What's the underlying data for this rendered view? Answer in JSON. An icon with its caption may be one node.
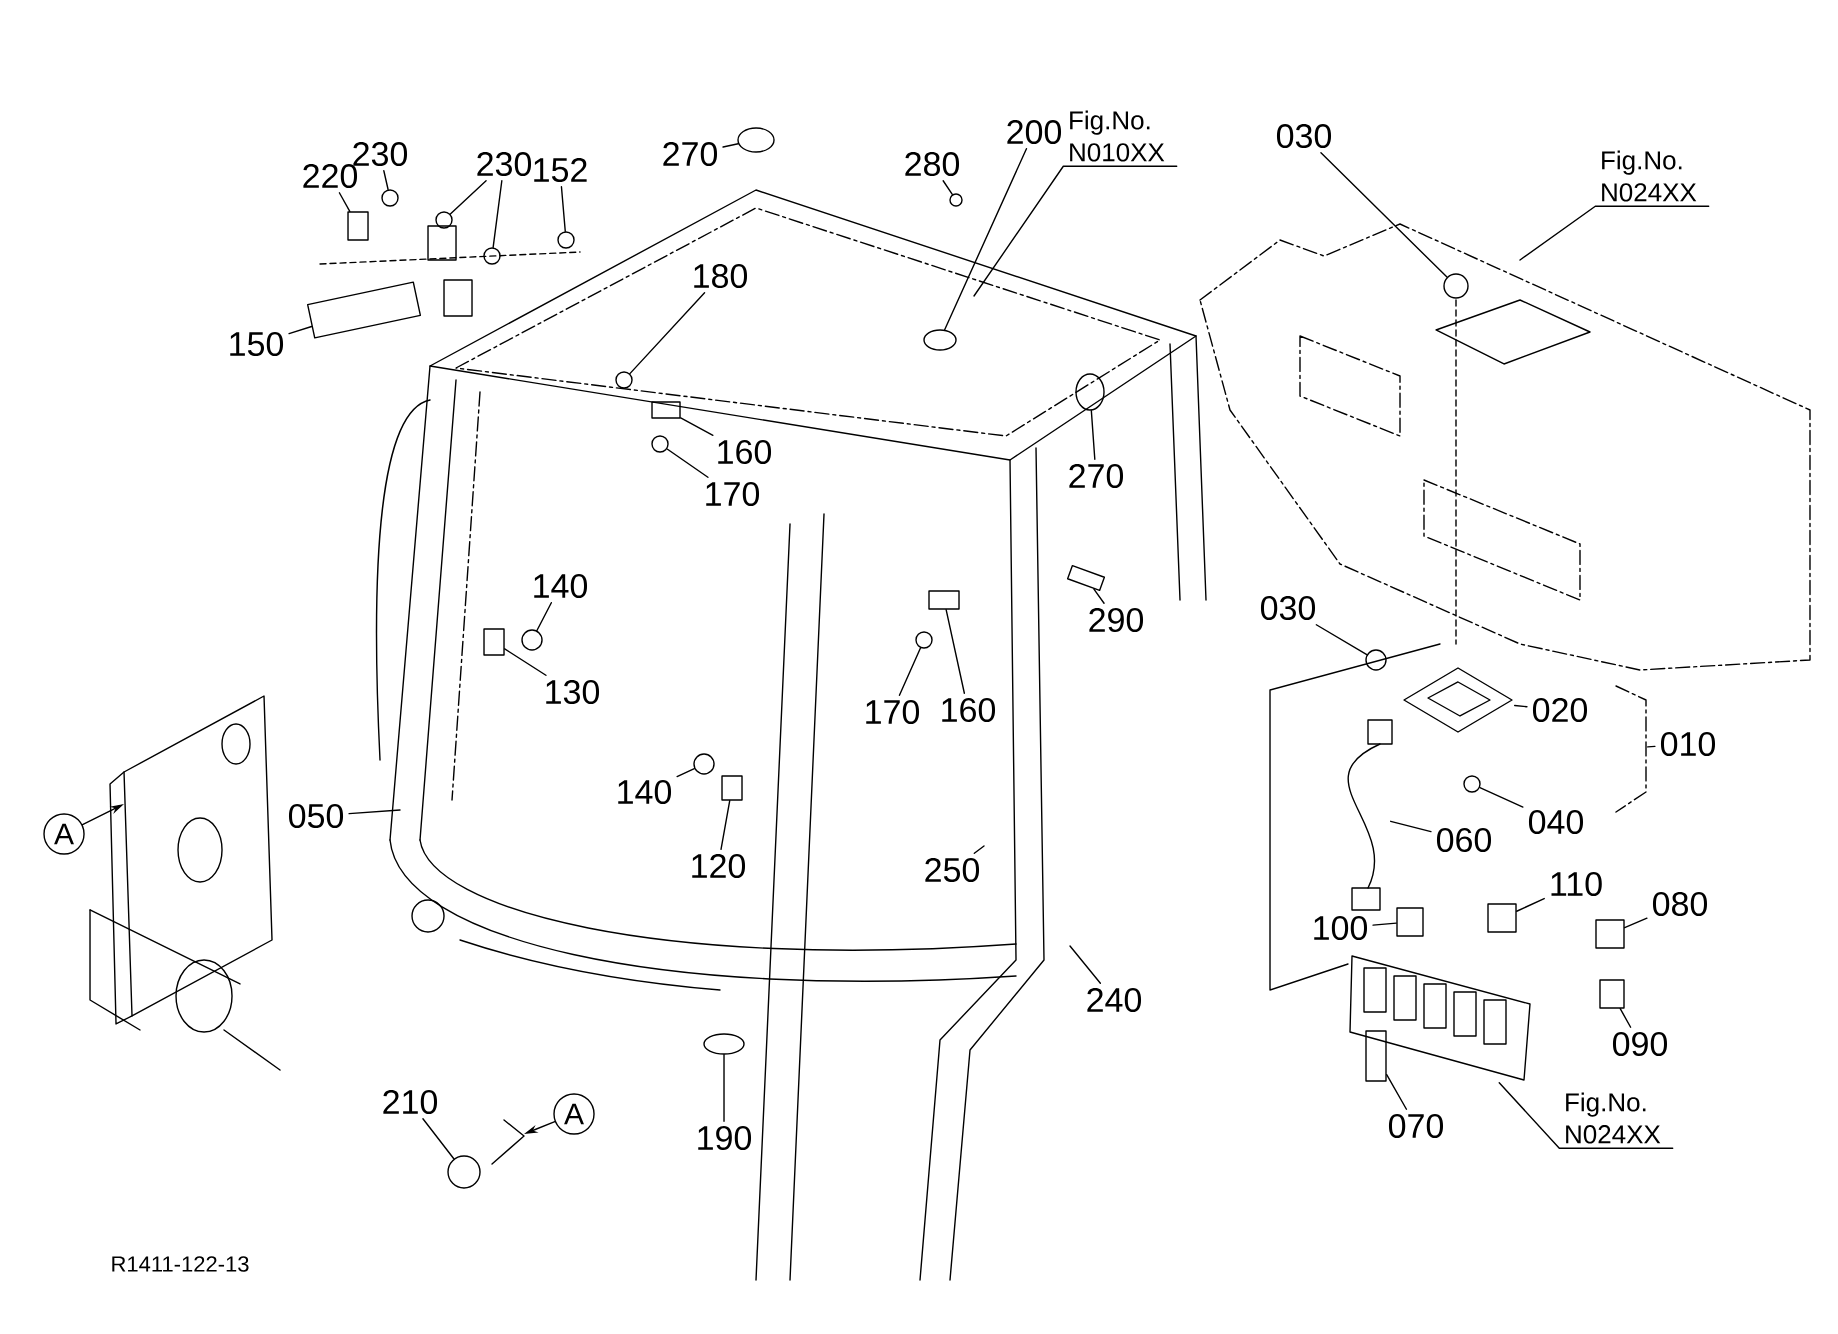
{
  "diagram": {
    "nodes": [
      {
        "text": [
          "220"
        ]
      },
      {
        "text": [
          "230"
        ]
      },
      {
        "text": [
          "230"
        ]
      },
      {
        "text": [
          "152"
        ]
      },
      {
        "text": [
          "270"
        ]
      },
      {
        "text": [
          "280"
        ]
      },
      {
        "text": [
          "200"
        ]
      },
      {
        "text": [
          "Fig.No. N010XX"
        ]
      },
      {
        "text": [
          "030"
        ]
      },
      {
        "text": [
          "Fig.No. N024XX"
        ]
      },
      {
        "text": [
          "150"
        ]
      },
      {
        "text": [
          "180"
        ]
      },
      {
        "text": [
          "160"
        ]
      },
      {
        "text": [
          "170"
        ]
      },
      {
        "text": [
          "270"
        ]
      },
      {
        "text": [
          "290"
        ]
      },
      {
        "text": [
          "140"
        ]
      },
      {
        "text": [
          "130"
        ]
      },
      {
        "text": [
          "030"
        ]
      },
      {
        "text": [
          "020"
        ]
      },
      {
        "text": [
          "010"
        ]
      },
      {
        "text": [
          "170"
        ]
      },
      {
        "text": [
          "160"
        ]
      },
      {
        "text": [
          "140"
        ]
      },
      {
        "text": [
          "050"
        ]
      },
      {
        "text": [
          "040"
        ]
      },
      {
        "text": [
          "A"
        ]
      },
      {
        "text": [
          "120"
        ]
      },
      {
        "text": [
          "060"
        ]
      },
      {
        "text": [
          "250"
        ]
      },
      {
        "text": [
          "110"
        ]
      },
      {
        "text": [
          "100"
        ]
      },
      {
        "text": [
          "080"
        ]
      },
      {
        "text": [
          "240"
        ]
      },
      {
        "text": [
          "090"
        ]
      },
      {
        "text": [
          "Fig.No. N024XX"
        ]
      },
      {
        "text": [
          "210"
        ]
      },
      {
        "text": [
          "A"
        ]
      },
      {
        "text": [
          "190"
        ]
      },
      {
        "text": [
          "070"
        ]
      },
      {
        "text": [],
        "shape": "bracket"
      },
      {
        "text": [],
        "shape": "box"
      },
      {
        "text": [],
        "shape": "circle"
      },
      {
        "text": [],
        "shape": "circle"
      },
      {
        "text": [],
        "shape": "circle"
      },
      {
        "text": [],
        "shape": "circle"
      },
      {
        "text": [],
        "shape": "ellipse"
      },
      {
        "text": [],
        "shape": "circle"
      },
      {
        "text": [],
        "shape": "ellipse"
      },
      {
        "text": [],
        "shape": "circle"
      },
      {
        "text": [],
        "shape": "box"
      },
      {
        "text": [],
        "shape": "circle"
      },
      {
        "text": [],
        "shape": "box"
      },
      {
        "text": [],
        "shape": "circle"
      },
      {
        "text": [],
        "shape": "ellipse"
      },
      {
        "text": [],
        "shape": "box"
      },
      {
        "text": [],
        "shape": "circle"
      },
      {
        "text": [],
        "shape": "box"
      },
      {
        "text": [],
        "shape": "circle"
      },
      {
        "text": [],
        "shape": "picture"
      },
      {
        "text": [],
        "shape": "circle"
      },
      {
        "text": [],
        "shape": "box"
      },
      {
        "text": [],
        "shape": "circle"
      },
      {
        "text": [],
        "shape": "circle"
      },
      {
        "text": [],
        "shape": "box"
      },
      {
        "text": [],
        "shape": "picture"
      },
      {
        "text": [],
        "shape": "box"
      },
      {
        "text": [],
        "shape": "box"
      },
      {
        "text": [],
        "shape": "box"
      },
      {
        "text": [],
        "shape": "box"
      },
      {
        "text": [],
        "shape": "picture"
      },
      {
        "text": [],
        "shape": "circle"
      },
      {
        "text": [],
        "shape": "ellipse"
      },
      {
        "text": [],
        "shape": "box"
      }
    ],
    "edges": [
      {
        "from": 0,
        "to": 41,
        "arrow": "none"
      },
      {
        "from": 1,
        "to": 42,
        "arrow": "none"
      },
      {
        "from": 2,
        "to": 43,
        "arrow": "none"
      },
      {
        "from": 2,
        "to": 44,
        "arrow": "none"
      },
      {
        "from": 3,
        "to": 45,
        "arrow": "none"
      },
      {
        "from": 4,
        "to": 46,
        "arrow": "none"
      },
      {
        "from": 5,
        "to": 47,
        "arrow": "none"
      },
      {
        "from": 6,
        "to": 48,
        "arrow": "none"
      },
      {
        "from": 7,
        "to": null,
        "arrow": "none"
      },
      {
        "from": 8,
        "to": 49,
        "arrow": "none"
      },
      {
        "from": 9,
        "to": null,
        "arrow": "none"
      },
      {
        "from": 10,
        "to": 50,
        "arrow": "none"
      },
      {
        "from": 11,
        "to": 51,
        "arrow": "none"
      },
      {
        "from": 12,
        "to": 52,
        "arrow": "none"
      },
      {
        "from": 13,
        "to": 53,
        "arrow": "none"
      },
      {
        "from": 14,
        "to": 54,
        "arrow": "none"
      },
      {
        "from": 15,
        "to": 55,
        "arrow": "none"
      },
      {
        "from": 16,
        "to": 56,
        "arrow": "none"
      },
      {
        "from": 17,
        "to": 57,
        "arrow": "none"
      },
      {
        "from": 18,
        "to": 58,
        "arrow": "none"
      },
      {
        "from": 19,
        "to": 59,
        "arrow": "none"
      },
      {
        "from": 20,
        "to": 40,
        "arrow": "none"
      },
      {
        "from": 21,
        "to": 60,
        "arrow": "none"
      },
      {
        "from": 22,
        "to": 61,
        "arrow": "none"
      },
      {
        "from": 23,
        "to": 62,
        "arrow": "none"
      },
      {
        "from": 24,
        "to": null,
        "arrow": "none"
      },
      {
        "from": 25,
        "to": 63,
        "arrow": "none"
      },
      {
        "from": 26,
        "to": null,
        "arrow": "to"
      },
      {
        "from": 27,
        "to": 64,
        "arrow": "none"
      },
      {
        "from": 28,
        "to": 65,
        "arrow": "none"
      },
      {
        "from": 29,
        "to": null,
        "arrow": "none"
      },
      {
        "from": 30,
        "to": 66,
        "arrow": "none"
      },
      {
        "from": 31,
        "to": 67,
        "arrow": "none"
      },
      {
        "from": 32,
        "to": 68,
        "arrow": "none"
      },
      {
        "from": 33,
        "to": null,
        "arrow": "none"
      },
      {
        "from": 34,
        "to": 69,
        "arrow": "none"
      },
      {
        "from": 35,
        "to": 70,
        "arrow": "none"
      },
      {
        "from": 36,
        "to": 71,
        "arrow": "none"
      },
      {
        "from": 37,
        "to": null,
        "arrow": "to"
      },
      {
        "from": 38,
        "to": 72,
        "arrow": "none"
      },
      {
        "from": 39,
        "to": 73,
        "arrow": "none"
      }
    ],
    "labels": [
      "R1411-122-13"
    ]
  }
}
